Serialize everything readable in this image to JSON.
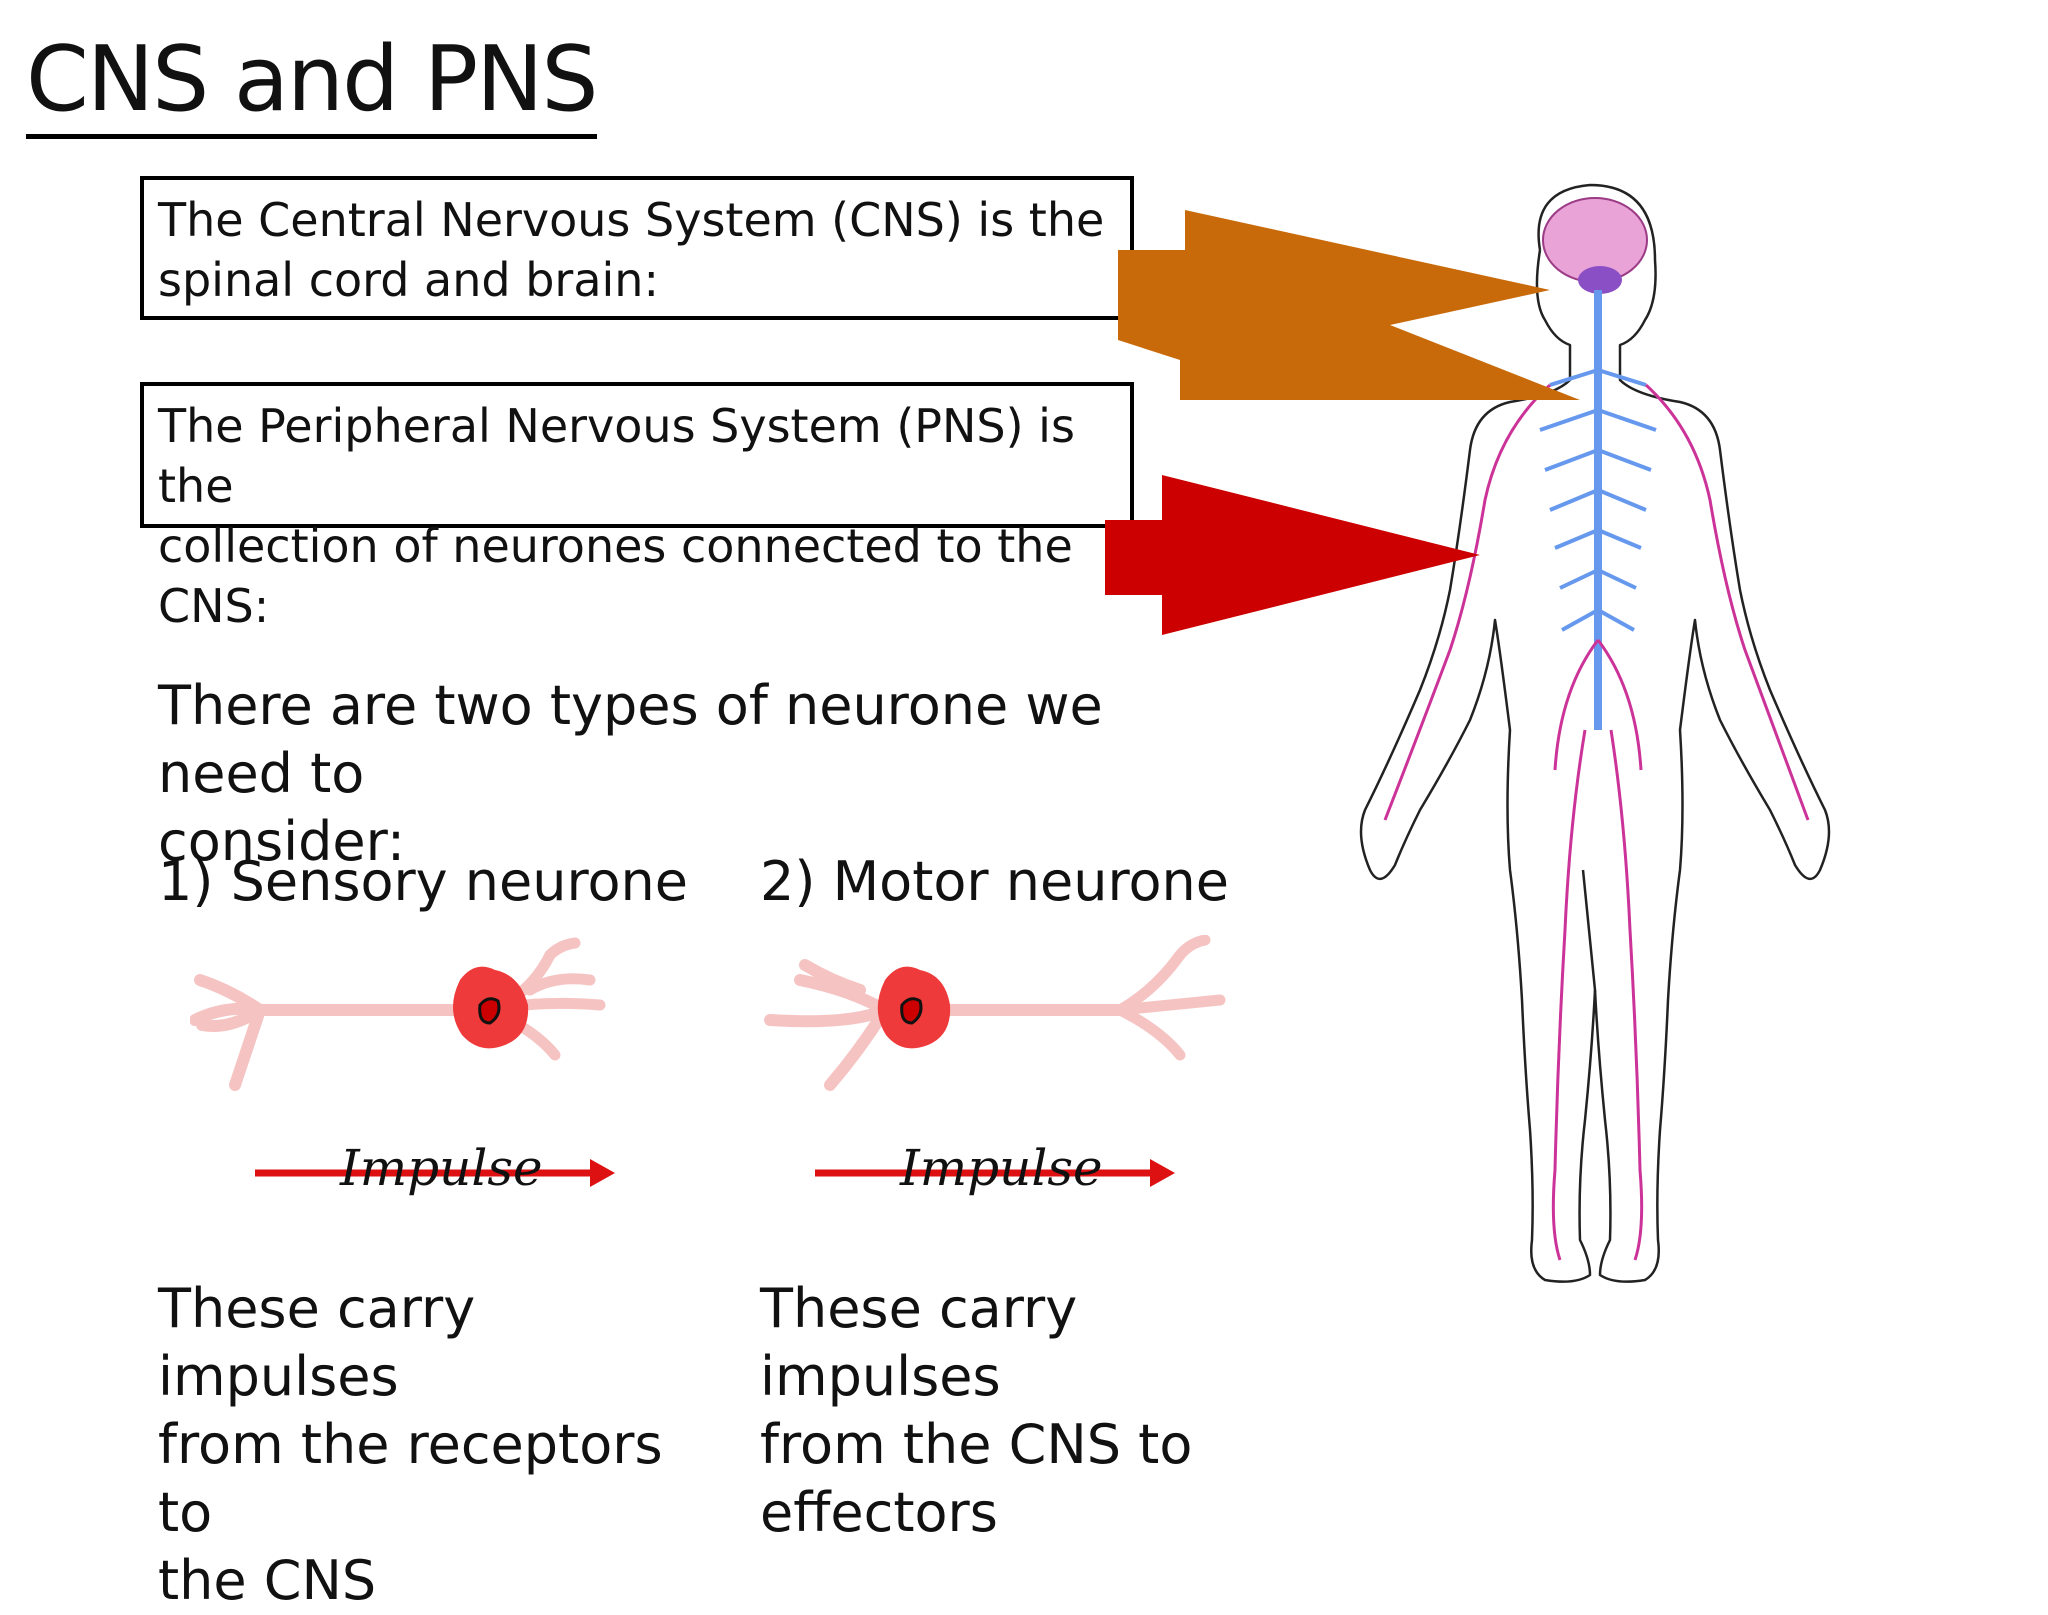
{
  "title": "CNS and PNS",
  "cns_box": {
    "line1": "The Central Nervous System (CNS) is the",
    "line2": "spinal cord and brain:"
  },
  "pns_box": {
    "line1": "The Peripheral Nervous System (PNS) is the",
    "line2": "collection of neurones connected to the CNS:"
  },
  "intro": {
    "line1": "There are two types of neurone we need to",
    "line2": "consider:"
  },
  "sensory": {
    "title": "1) Sensory neurone",
    "impulse_label": "Impulse",
    "desc_line1": "These carry impulses",
    "desc_line2": "from the receptors to",
    "desc_line3": "the CNS"
  },
  "motor": {
    "title": "2) Motor neurone",
    "impulse_label": "Impulse",
    "desc_line1": "These carry impulses",
    "desc_line2": "from the CNS to",
    "desc_line3": "effectors"
  },
  "colors": {
    "cns_arrow": "#c86a0a",
    "pns_arrow": "#cc0000",
    "impulse_arrow": "#dd1111",
    "cell_body": "#ee3a3a",
    "dendrite": "#f6c3c3",
    "nerves": "#cc3399",
    "spinal": "#6699ee"
  }
}
